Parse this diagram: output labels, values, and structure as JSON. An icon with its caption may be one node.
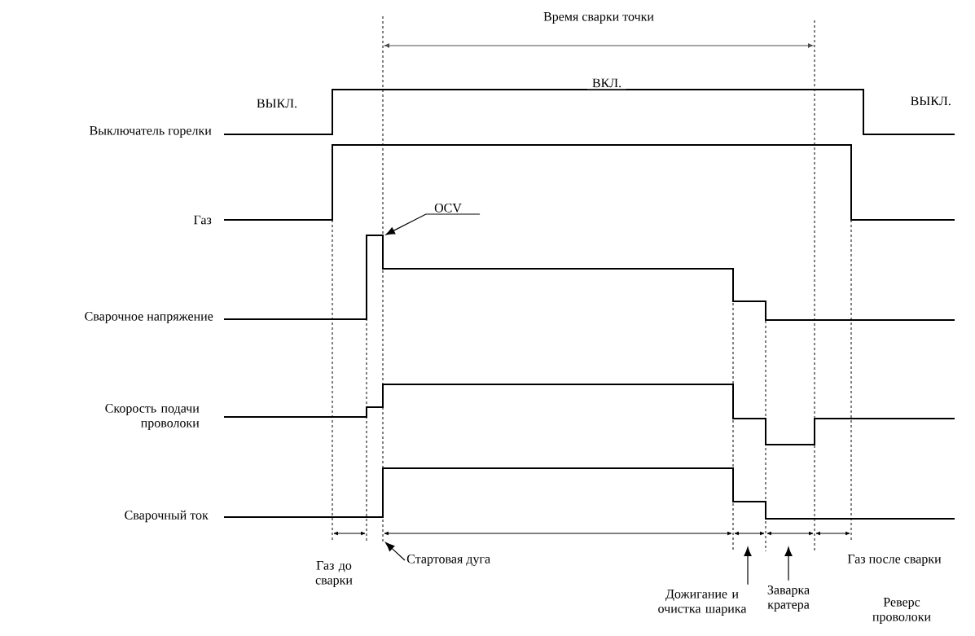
{
  "diagram": {
    "nodes": [
      {
        "text": [
          "OCV"
        ]
      },
      {
        "text": [
          "Стартовая дуга"
        ]
      },
      {
        "text": [
          "Дожигание и очистка шарика"
        ]
      },
      {
        "text": [
          "Заварка кратера"
        ]
      }
    ],
    "edges": [
      {
        "from": 0,
        "to": null,
        "arrow": "to"
      },
      {
        "from": 1,
        "to": null,
        "arrow": "to"
      },
      {
        "from": 2,
        "to": null,
        "arrow": "to"
      },
      {
        "from": 3,
        "to": null,
        "arrow": "to"
      }
    ],
    "labels": [
      "Время сварки точки",
      "ВЫКЛ.",
      "ВКЛ.",
      "ВЫКЛ.",
      "Выключатель горелки",
      "Газ",
      "Сварочное напряжение",
      "Скорость подачи проволоки",
      "Сварочный ток",
      "Газ до сварки",
      "Газ после сварки",
      "Реверс проволоки"
    ]
  }
}
